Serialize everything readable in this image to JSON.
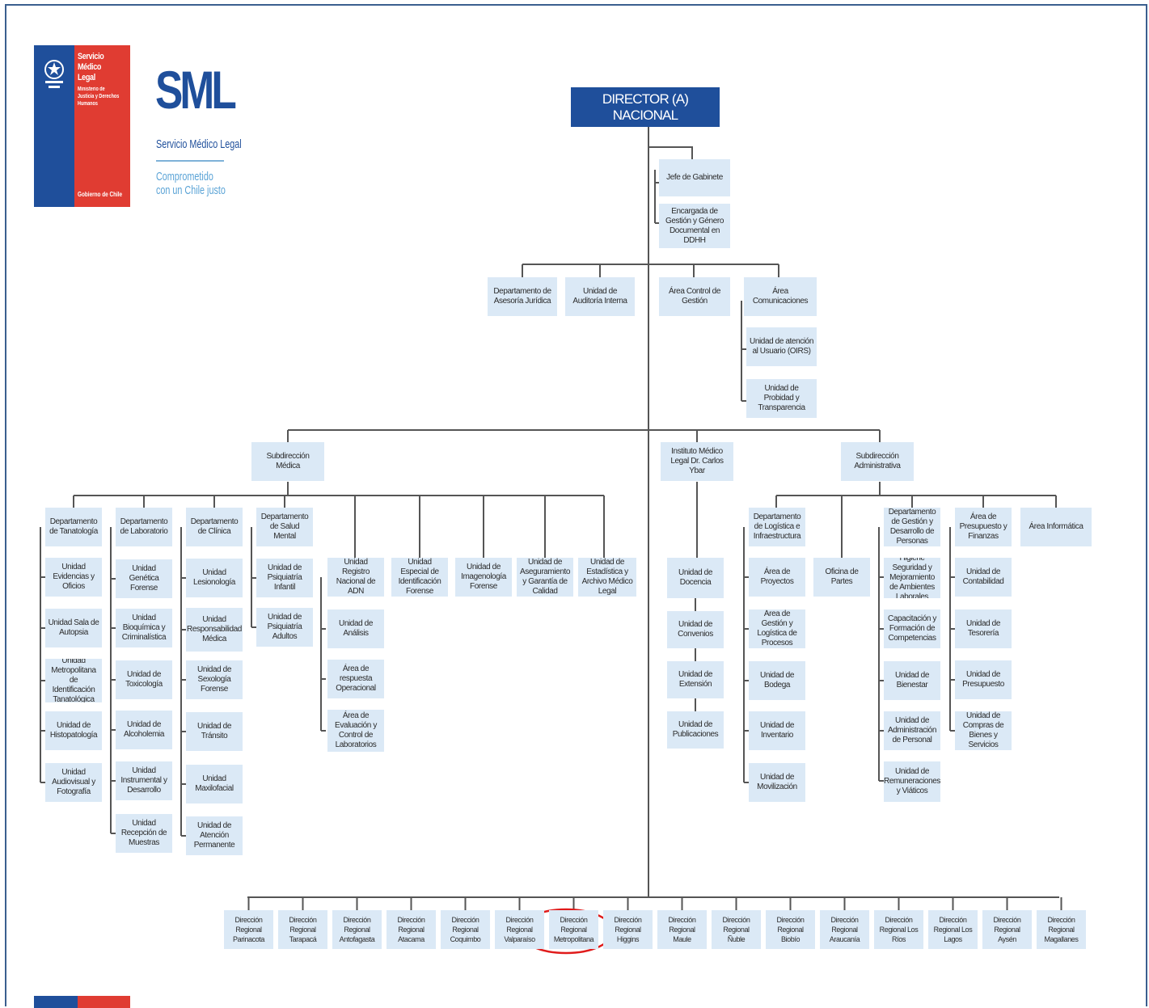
{
  "logo": {
    "flag_title": "Servicio Médico Legal",
    "flag_ministry": "Ministerio de Justicia y Derechos Humanos",
    "flag_gobierno": "Gobierno de Chile",
    "sml": "SML",
    "sml_subtitle": "Servicio Médico Legal",
    "sml_tagline": "Comprometido con un Chile justo"
  },
  "director": "DIRECTOR (A) NACIONAL",
  "staff": {
    "jefe": "Jefe de Gabinete",
    "encargada": "Encargada de Gestión y Género Documental en DDHH"
  },
  "direct_units": {
    "asesoria": "Departamento de Asesoría Jurídica",
    "auditoria": "Unidad de Auditoría Interna",
    "control": "Área Control de Gestión",
    "comunicaciones": "Área Comunicaciones",
    "oirs": "Unidad de atención al Usuario (OIRS)",
    "probidad": "Unidad de Probidad y Transparencia"
  },
  "subdirecciones": {
    "medica": "Subdirección Médica",
    "instituto": "Instituto Médico Legal Dr. Carlos Ybar",
    "administrativa": "Subdirección Administrativa"
  },
  "medica": {
    "tanatologia": {
      "head": "Departamento de Tanatología",
      "items": [
        "Unidad Evidencias y Oficios",
        "Unidad Sala de Autopsia",
        "Unidad Metropolitana de Identificación Tanatológica",
        "Unidad de Histopatología",
        "Unidad Audiovisual y Fotografía"
      ]
    },
    "laboratorio": {
      "head": "Departamento de Laboratorio",
      "items": [
        "Unidad Genética Forense",
        "Unidad Bioquímica y Criminalística",
        "Unidad de Toxicología",
        "Unidad de Alcoholemia",
        "Unidad Instrumental y Desarrollo",
        "Unidad Recepción de Muestras"
      ]
    },
    "clinica": {
      "head": "Departamento de Clínica",
      "items": [
        "Unidad Lesionología",
        "Unidad Responsabilidad Médica",
        "Unidad de Sexología Forense",
        "Unidad de Tránsito",
        "Unidad Maxilofacial",
        "Unidad de Atención Permanente"
      ]
    },
    "salud_mental": {
      "head": "Departamento de Salud Mental",
      "items": [
        "Unidad de Psiquiatría Infantil",
        "Unidad de Psiquiatría Adultos"
      ]
    },
    "adn": {
      "head": "Unidad Registro Nacional de ADN",
      "items": [
        "Unidad de Análisis",
        "Área de respuesta Operacional",
        "Área de Evaluación y Control de Laboratorios"
      ]
    },
    "identificacion": "Unidad Especial de Identificación Forense",
    "imagenologia": "Unidad de Imagenología Forense",
    "calidad": "Unidad de Aseguramiento y Garantía de Calidad",
    "estadistica": "Unidad de Estadística y Archivo Médico Legal"
  },
  "instituto_units": [
    "Unidad de Docencia",
    "Unidad de Convenios",
    "Unidad de Extensión",
    "Unidad de Publicaciones"
  ],
  "administrativa": {
    "logistica": {
      "head": "Departamento de Logística e Infraestructura",
      "items": [
        "Área de Proyectos",
        "Área de Gestión y Logística de Procesos",
        "Unidad de Bodega",
        "Unidad de Inventario",
        "Unidad de Movilización"
      ]
    },
    "partes": "Oficina de Partes",
    "personas": {
      "head": "Departamento de Gestión y Desarrollo de Personas",
      "items": [
        "Higiene Seguridad y Mejoramiento de Ambientes Laborales",
        "Capacitación y Formación de Competencias",
        "Unidad de Bienestar",
        "Unidad de Administración de Personal",
        "Unidad de Remuneraciones y Viáticos"
      ]
    },
    "finanzas": {
      "head": "Área de Presupuesto y Finanzas",
      "items": [
        "Unidad de Contabilidad",
        "Unidad de Tesorería",
        "Unidad de Presupuesto",
        "Unidad de Compras de Bienes y Servicios"
      ]
    },
    "informatica": "Área Informática"
  },
  "regionales": [
    "Dirección Regional Parinacota",
    "Dirección Regional Tarapacá",
    "Dirección Regional Antofagasta",
    "Dirección Regional Atacama",
    "Dirección Regional Coquimbo",
    "Dirección Regional Valparaíso",
    "Dirección Regional Metropolitana",
    "Dirección Regional Higgins",
    "Dirección Regional Maule",
    "Dirección Regional Ñuble",
    "Dirección Regional Biobío",
    "Dirección Regional Araucanía",
    "Dirección Regional Los Ríos",
    "Dirección Regional Los Lagos",
    "Dirección Regional Aysén",
    "Dirección Regional Magallanes"
  ],
  "colors": {
    "director_bg": "#1f4f9b",
    "box_bg": "#dbe9f6",
    "line": "#555555",
    "highlight": "#e01b1b",
    "flag_blue": "#1f4f9b",
    "flag_red": "#e03c32"
  }
}
